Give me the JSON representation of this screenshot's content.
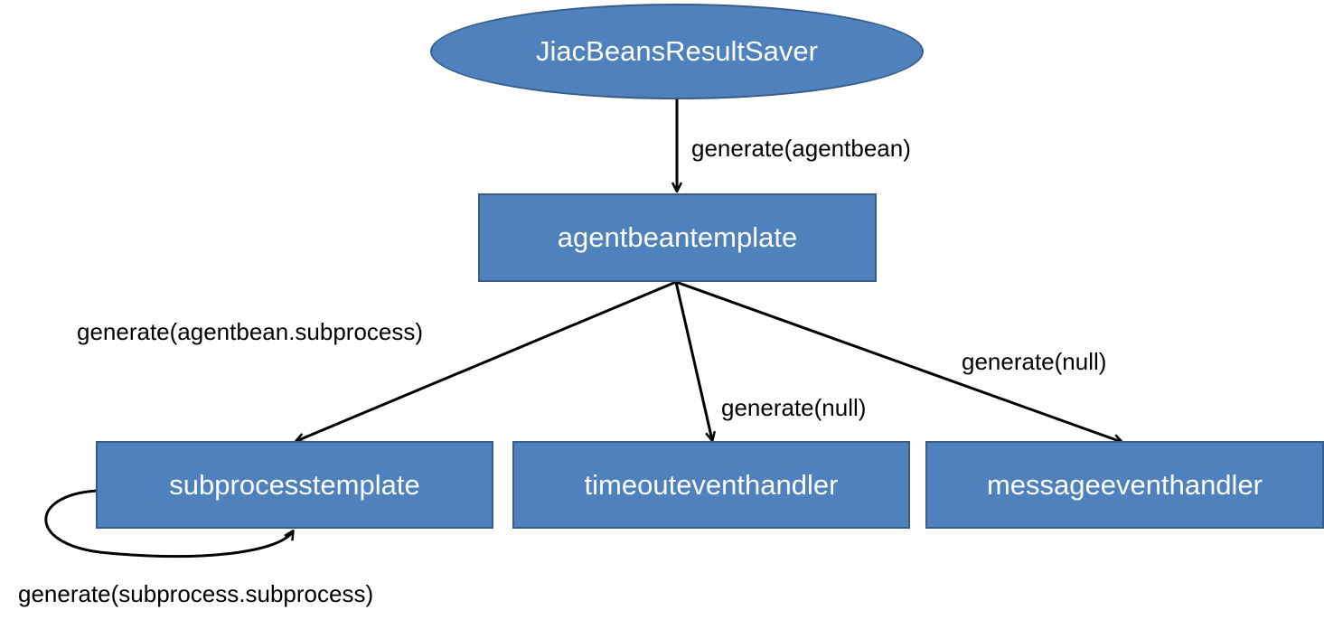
{
  "nodes": {
    "root": "JiacBeansResultSaver",
    "agentbean": "agentbeantemplate",
    "subprocess": "subprocesstemplate",
    "timeout": "timeouteventhandler",
    "message": "messageeventhandler"
  },
  "edges": {
    "root_to_agentbean": "generate(agentbean)",
    "agentbean_to_subprocess": "generate(agentbean.subprocess)",
    "agentbean_to_timeout": "generate(null)",
    "agentbean_to_message": "generate(null)",
    "subprocess_self_loop": "generate(subprocess.subprocess)"
  },
  "colors": {
    "node_fill": "#4f81bd",
    "node_border": "#385d8a",
    "node_text": "#ffffff",
    "edge": "#000000"
  }
}
